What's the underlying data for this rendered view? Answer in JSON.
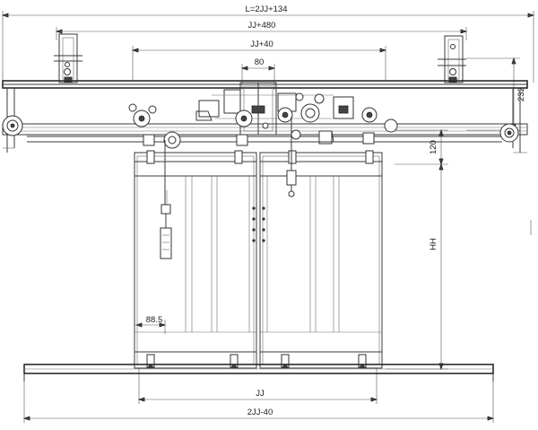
{
  "drawing": {
    "dimensions": {
      "overall_length": "L=2JJ+134",
      "rail_span": "JJ+480",
      "header_span": "JJ+40",
      "hanger_gap": "80",
      "header_height": "232",
      "sill_gap": "120",
      "door_height": "HH",
      "bottom_offset": "88.5",
      "opening_width": "JJ",
      "sill_width": "2JJ-40"
    }
  }
}
